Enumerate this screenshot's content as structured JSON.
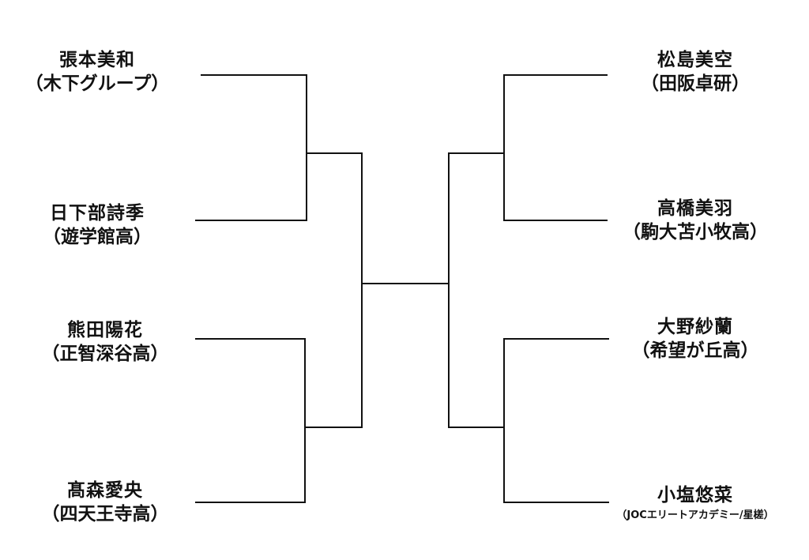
{
  "bracket": {
    "left": [
      {
        "name": "張本美和",
        "team": "（木下グループ）"
      },
      {
        "name": "日下部詩季",
        "team": "（遊学館高）"
      },
      {
        "name": "熊田陽花",
        "team": "（正智深谷高）"
      },
      {
        "name": "髙森愛央",
        "team": "（四天王寺高）"
      }
    ],
    "right": [
      {
        "name": "松島美空",
        "team": "（田阪卓研）"
      },
      {
        "name": "高橋美羽",
        "team": "（駒大苫小牧高）"
      },
      {
        "name": "大野紗蘭",
        "team": "（希望が丘高）"
      },
      {
        "name": "小塩悠菜",
        "team": "（JOCエリートアカデミー/星槎）"
      }
    ]
  }
}
